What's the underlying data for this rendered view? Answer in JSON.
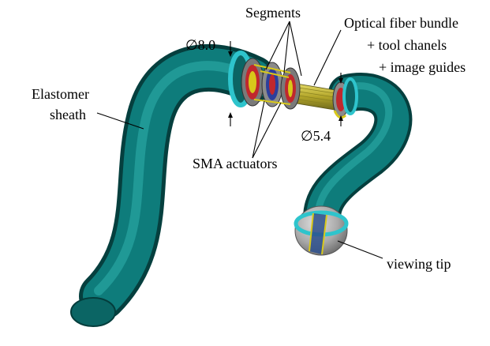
{
  "labels": {
    "segments": "Segments",
    "optical_line1": "Optical fiber bundle",
    "optical_line2": "+ tool chanels",
    "optical_line3": "+ image guides",
    "diameter_large": "∅8.0",
    "diameter_small": "∅5.4",
    "sheath_line1": "Elastomer",
    "sheath_line2": "sheath",
    "sma": "SMA actuators",
    "tip": "viewing tip"
  },
  "colors": {
    "sheath": "#0e7c7b",
    "sheath_dark": "#064f4e",
    "sheath_light": "#2fb1ad",
    "ring": "#2ec4cc",
    "tip_gray": "#a9a9a9",
    "actuator_red": "#c0282d",
    "actuator_yellow": "#d8c81a",
    "actuator_blue": "#2c3e9c"
  }
}
